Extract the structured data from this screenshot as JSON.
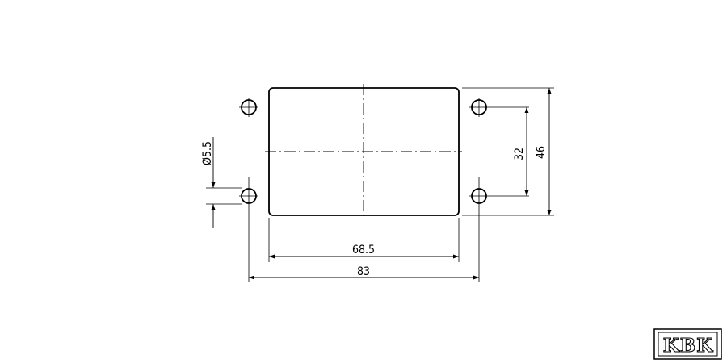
{
  "drawing": {
    "dimensions": {
      "inner_width": "68.5",
      "outer_width": "83",
      "hole_spacing": "32",
      "outer_height": "46",
      "hole_diameter": "Ø5.5"
    },
    "logo": {
      "text": "KBK"
    }
  }
}
